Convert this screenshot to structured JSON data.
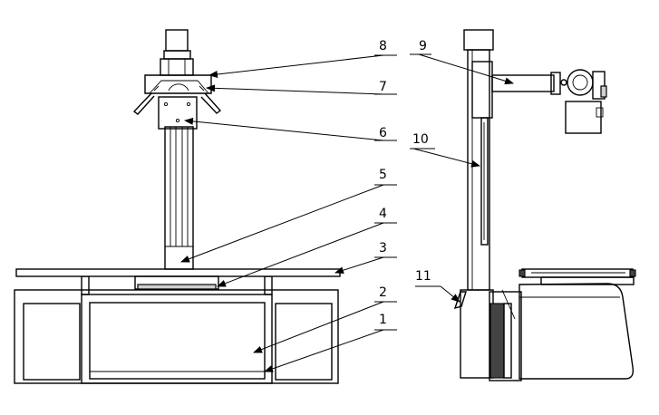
{
  "callouts": [
    {
      "id": "1",
      "text": "1"
    },
    {
      "id": "2",
      "text": "2"
    },
    {
      "id": "3",
      "text": "3"
    },
    {
      "id": "4",
      "text": "4"
    },
    {
      "id": "5",
      "text": "5"
    },
    {
      "id": "6",
      "text": "6"
    },
    {
      "id": "7",
      "text": "7"
    },
    {
      "id": "8",
      "text": "8"
    },
    {
      "id": "9",
      "text": "9"
    },
    {
      "id": "10",
      "text": "10"
    },
    {
      "id": "11",
      "text": "11"
    }
  ],
  "colors": {
    "line": "#000000",
    "background": "#ffffff",
    "shade": "#cfcfcf"
  }
}
